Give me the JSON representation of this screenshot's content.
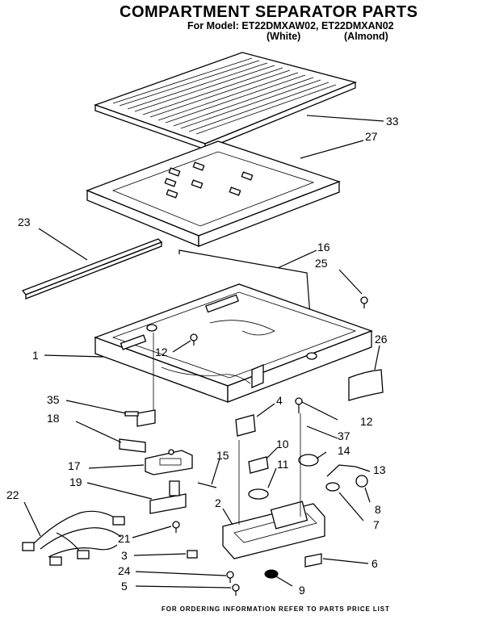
{
  "header": {
    "title": "COMPARTMENT SEPARATOR PARTS",
    "models": "For Model: ET22DMXAW02, ET22DMXAN02",
    "color_white": "(White)",
    "color_almond": "(Almond)"
  },
  "callouts": [
    "33",
    "27",
    "23",
    "16",
    "25",
    "1",
    "12",
    "26",
    "35",
    "4",
    "12",
    "18",
    "37",
    "14",
    "10",
    "17",
    "11",
    "13",
    "15",
    "19",
    "22",
    "2",
    "8",
    "7",
    "21",
    "3",
    "6",
    "24",
    "9",
    "5"
  ],
  "footer": "FOR ORDERING INFORMATION REFER TO PARTS PRICE LIST"
}
